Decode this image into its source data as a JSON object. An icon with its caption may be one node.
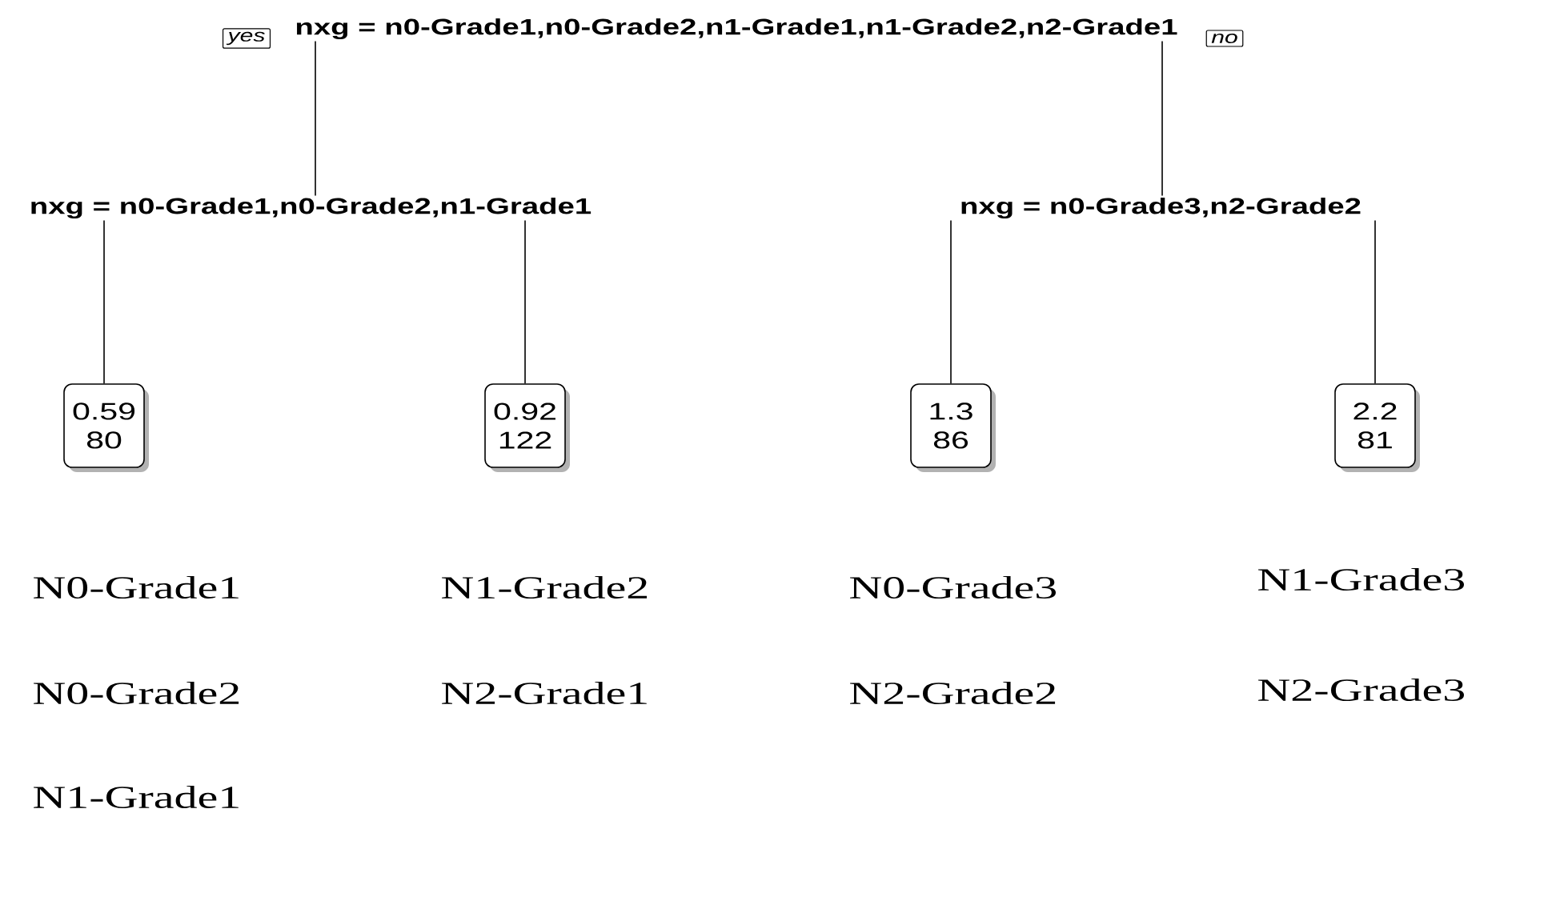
{
  "diagram": {
    "nodes": [
      {
        "text": [
          "yes"
        ]
      },
      {
        "text": [
          "nxg = n0-Grade1,n0-Grade2,n1-Grade1,n1-Grade2,n2-Grade1"
        ]
      },
      {
        "text": [
          "no"
        ]
      },
      {
        "text": [
          "nxg = n0-Grade1,n0-Grade2,n1-Grade1"
        ]
      },
      {
        "text": [
          "nxg = n0-Grade3,n2-Grade2"
        ]
      },
      {
        "text": [
          "0.59",
          "80"
        ]
      },
      {
        "text": [
          "0.92",
          "122"
        ]
      },
      {
        "text": [
          "1.3",
          "86"
        ]
      },
      {
        "text": [
          "2.2",
          "81"
        ]
      }
    ],
    "edges": [
      {
        "from": 1,
        "to": 3,
        "arrow": "none"
      },
      {
        "from": 1,
        "to": 4,
        "arrow": "none"
      },
      {
        "from": 3,
        "to": 5,
        "arrow": "none"
      },
      {
        "from": 3,
        "to": 6,
        "arrow": "none"
      },
      {
        "from": 4,
        "to": 7,
        "arrow": "none"
      },
      {
        "from": 4,
        "to": 8,
        "arrow": "none"
      }
    ],
    "labels": [
      "N0-Grade1",
      "N1-Grade2",
      "N0-Grade3",
      "N1-Grade3",
      "N0-Grade2",
      "N2-Grade1",
      "N2-Grade2",
      "N2-Grade3",
      "N1-Grade1"
    ]
  }
}
